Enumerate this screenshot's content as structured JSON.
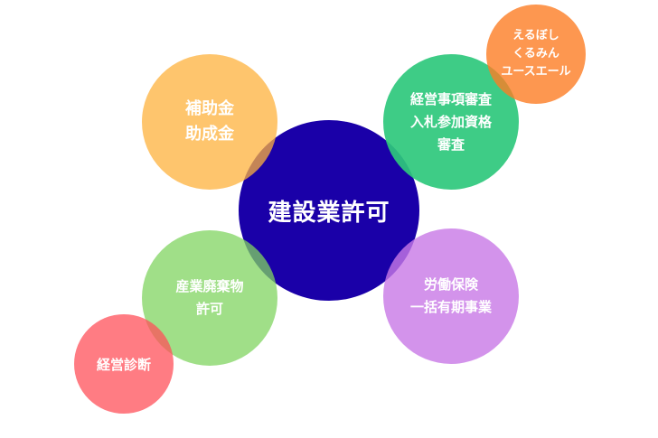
{
  "diagram": {
    "center": {
      "label": "建設業許可",
      "color": "#1a00a8"
    },
    "nodes": [
      {
        "id": "subsidy",
        "lines": [
          "補助金",
          "助成金"
        ],
        "color": "rgba(254,178,60,0.75)"
      },
      {
        "id": "keishin",
        "lines": [
          "経営事項審査",
          "入札参加資格",
          "審査"
        ],
        "color": "rgba(46,200,124,0.92)"
      },
      {
        "id": "certifications",
        "lines": [
          "えるぼし",
          "くるみん",
          "ユースエール"
        ],
        "color": "rgba(253,125,36,0.80)"
      },
      {
        "id": "waste",
        "lines": [
          "産業廃棄物",
          "許可"
        ],
        "color": "rgba(128,212,96,0.75)"
      },
      {
        "id": "labor-insurance",
        "lines": [
          "労働保険",
          "一括有期事業"
        ],
        "color": "rgba(200,120,230,0.80)"
      },
      {
        "id": "management-diagnosis",
        "lines": [
          "経営診断"
        ],
        "color": "rgba(255,80,90,0.75)"
      }
    ]
  }
}
